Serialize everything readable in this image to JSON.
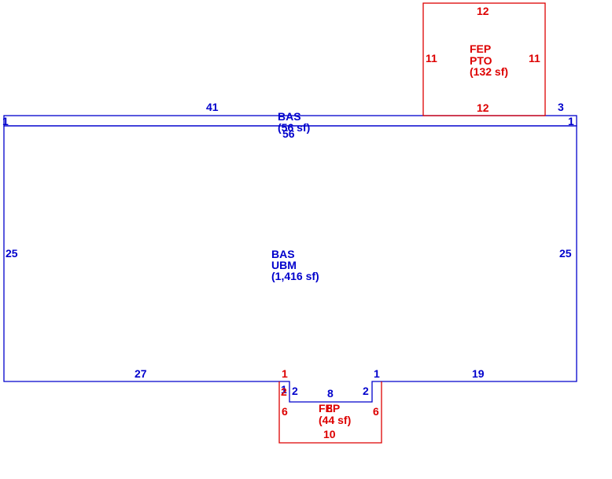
{
  "colors": {
    "base": "#0000cc",
    "porch": "#dd0000"
  },
  "areas": {
    "bas_ubm": {
      "code1": "BAS",
      "code2": "UBM",
      "area": "(1,416 sf)"
    },
    "bas_strip": {
      "code": "BAS",
      "area": "(56 sf)",
      "overlap_dim": "56"
    },
    "fep_pto": {
      "code1": "FEP",
      "code2": "PTO",
      "area": "(132 sf)"
    },
    "fep_bottom": {
      "code": "FEP",
      "area": "(44 sf)",
      "overlap_dim": "8"
    }
  },
  "dimensions": {
    "top_strip_left": "41",
    "top_strip_right": "3",
    "strip_left_side": "1",
    "strip_right_side": "1",
    "main_left": "25",
    "main_right": "25",
    "bottom_left": "27",
    "bottom_right": "19",
    "notch_left_outer": "1",
    "notch_left_inner": "2",
    "notch_bottom": "8",
    "notch_right_inner": "2",
    "notch_right_outer": "1",
    "pto_top": "12",
    "pto_bottom": "12",
    "pto_left": "11",
    "pto_right": "11",
    "fep_top": "1",
    "fep_left_upper": "2",
    "fep_left": "6",
    "fep_right": "6",
    "fep_bottom": "10"
  }
}
